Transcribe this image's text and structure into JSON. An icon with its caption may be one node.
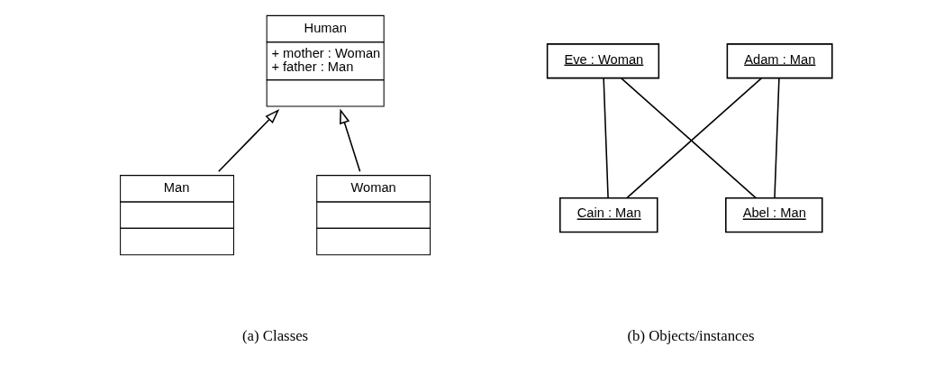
{
  "diagram": {
    "nodes": [
      {
        "text": [
          "Human",
          "+ mother : Woman",
          "+ father : Man"
        ]
      },
      {
        "text": [
          "Man"
        ]
      },
      {
        "text": [
          "Woman"
        ]
      },
      {
        "text": [
          "Adam : Man"
        ]
      },
      {
        "text": [
          "Eve : Woman"
        ]
      },
      {
        "text": [
          "Cain : Man"
        ]
      },
      {
        "text": [
          "Abel : Man"
        ]
      }
    ],
    "edges": [
      {
        "from": 1,
        "to": 0,
        "arrow": "to"
      },
      {
        "from": 2,
        "to": 0,
        "arrow": "to"
      },
      {
        "from": 3,
        "to": 5,
        "arrow": "none"
      },
      {
        "from": 3,
        "to": 6,
        "arrow": "none"
      },
      {
        "from": 4,
        "to": 5,
        "arrow": "none"
      },
      {
        "from": 4,
        "to": 6,
        "arrow": "none"
      }
    ],
    "labels": [
      "(a) Classes",
      "(b) Objects/instances"
    ]
  }
}
